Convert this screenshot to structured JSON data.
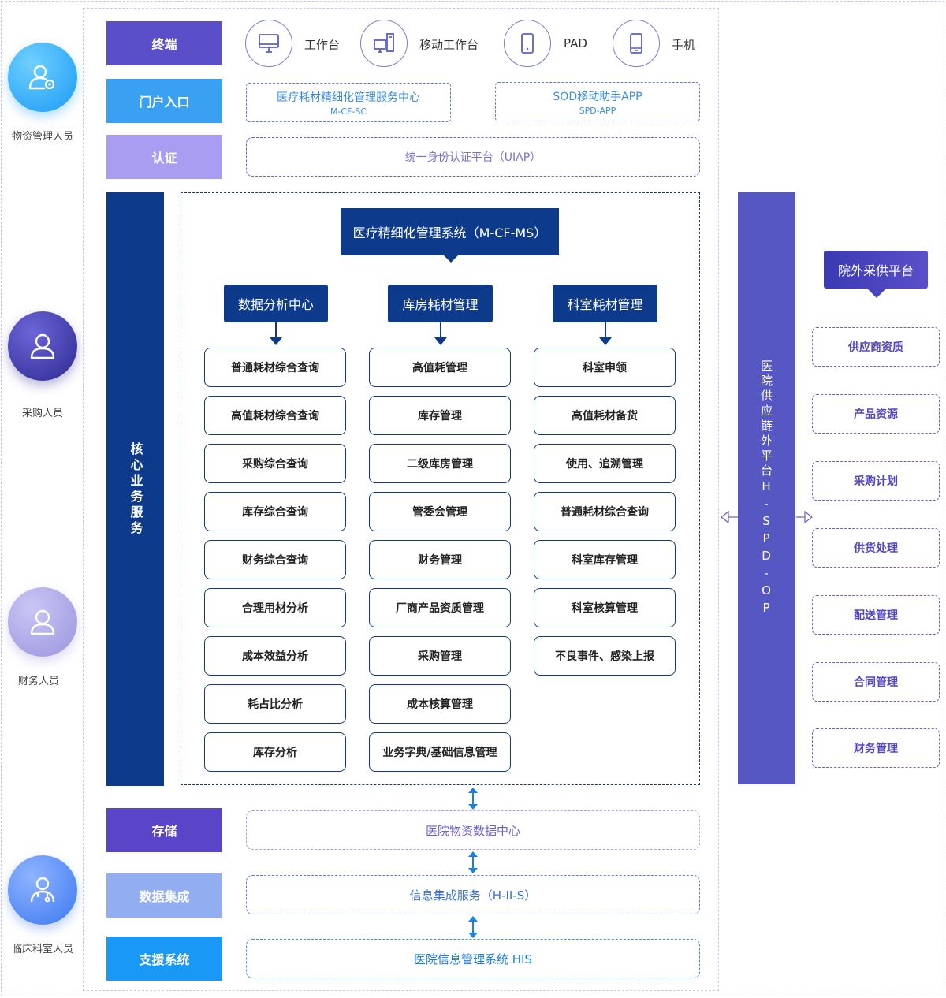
{
  "roles": [
    {
      "label": "物资管理人员",
      "icon": "user-gear-icon"
    },
    {
      "label": "采购人员",
      "icon": "user-icon"
    },
    {
      "label": "财务人员",
      "icon": "user-icon"
    },
    {
      "label": "临床科室人员",
      "icon": "doctor-icon"
    }
  ],
  "layers": {
    "terminal": "终端",
    "portal": "门户入口",
    "auth": "认证",
    "core": "核心业务服务",
    "storage": "存储",
    "integration": "数据集成",
    "support": "支援系统"
  },
  "terminals": [
    {
      "label": "工作台",
      "icon": "desktop-icon"
    },
    {
      "label": "移动工作台",
      "icon": "mobile-workstation-icon"
    },
    {
      "label": "PAD",
      "icon": "tablet-icon"
    },
    {
      "label": "手机",
      "icon": "phone-icon"
    }
  ],
  "portals": [
    {
      "title": "医疗耗材精细化管理服务中心",
      "sub": "M-CF-SC"
    },
    {
      "title": "SOD移动助手APP",
      "sub": "SPD-APP"
    }
  ],
  "auth_platform": "统一身份认证平台（UIAP）",
  "system_title": "医疗精细化管理系统（M-CF-MS）",
  "columns": [
    {
      "header": "数据分析中心",
      "items": [
        "普通耗材综合查询",
        "高值耗材综合查询",
        "采购综合查询",
        "库存综合查询",
        "财务综合查询",
        "合理用材分析",
        "成本效益分析",
        "耗占比分析",
        "库存分析"
      ]
    },
    {
      "header": "库房耗材管理",
      "items": [
        "高值耗管理",
        "库存管理",
        "二级库房管理",
        "管委会管理",
        "财务管理",
        "厂商产品资质管理",
        "采购管理",
        "成本核算管理",
        "业务字典/基础信息管理"
      ]
    },
    {
      "header": "科室耗材管理",
      "items": [
        "科室申领",
        "高值耗材备货",
        "使用、追溯管理",
        "普通耗材综合查询",
        "科室库存管理",
        "科室核算管理",
        "不良事件、感染上报"
      ]
    }
  ],
  "hspd_platform": "医院供应链外平台H-SPD-OP",
  "external": {
    "title": "院外采供平台",
    "items": [
      "供应商资质",
      "产品资源",
      "采购计划",
      "供货处理",
      "配送管理",
      "合同管理",
      "财务管理"
    ]
  },
  "storage_center": "医院物资数据中心",
  "integration_service": "信息集成服务（H-II-S）",
  "his_system": "医院信息管理系统  HIS",
  "colors": {
    "terminal": "#5a4fc9",
    "portal": "#3aa0f2",
    "auth": "#a99df2",
    "core": "#0e3a8c",
    "hspd": "#5757c4",
    "storage": "#5a45c8",
    "integration": "#92aef0",
    "support": "#1a98f5"
  }
}
